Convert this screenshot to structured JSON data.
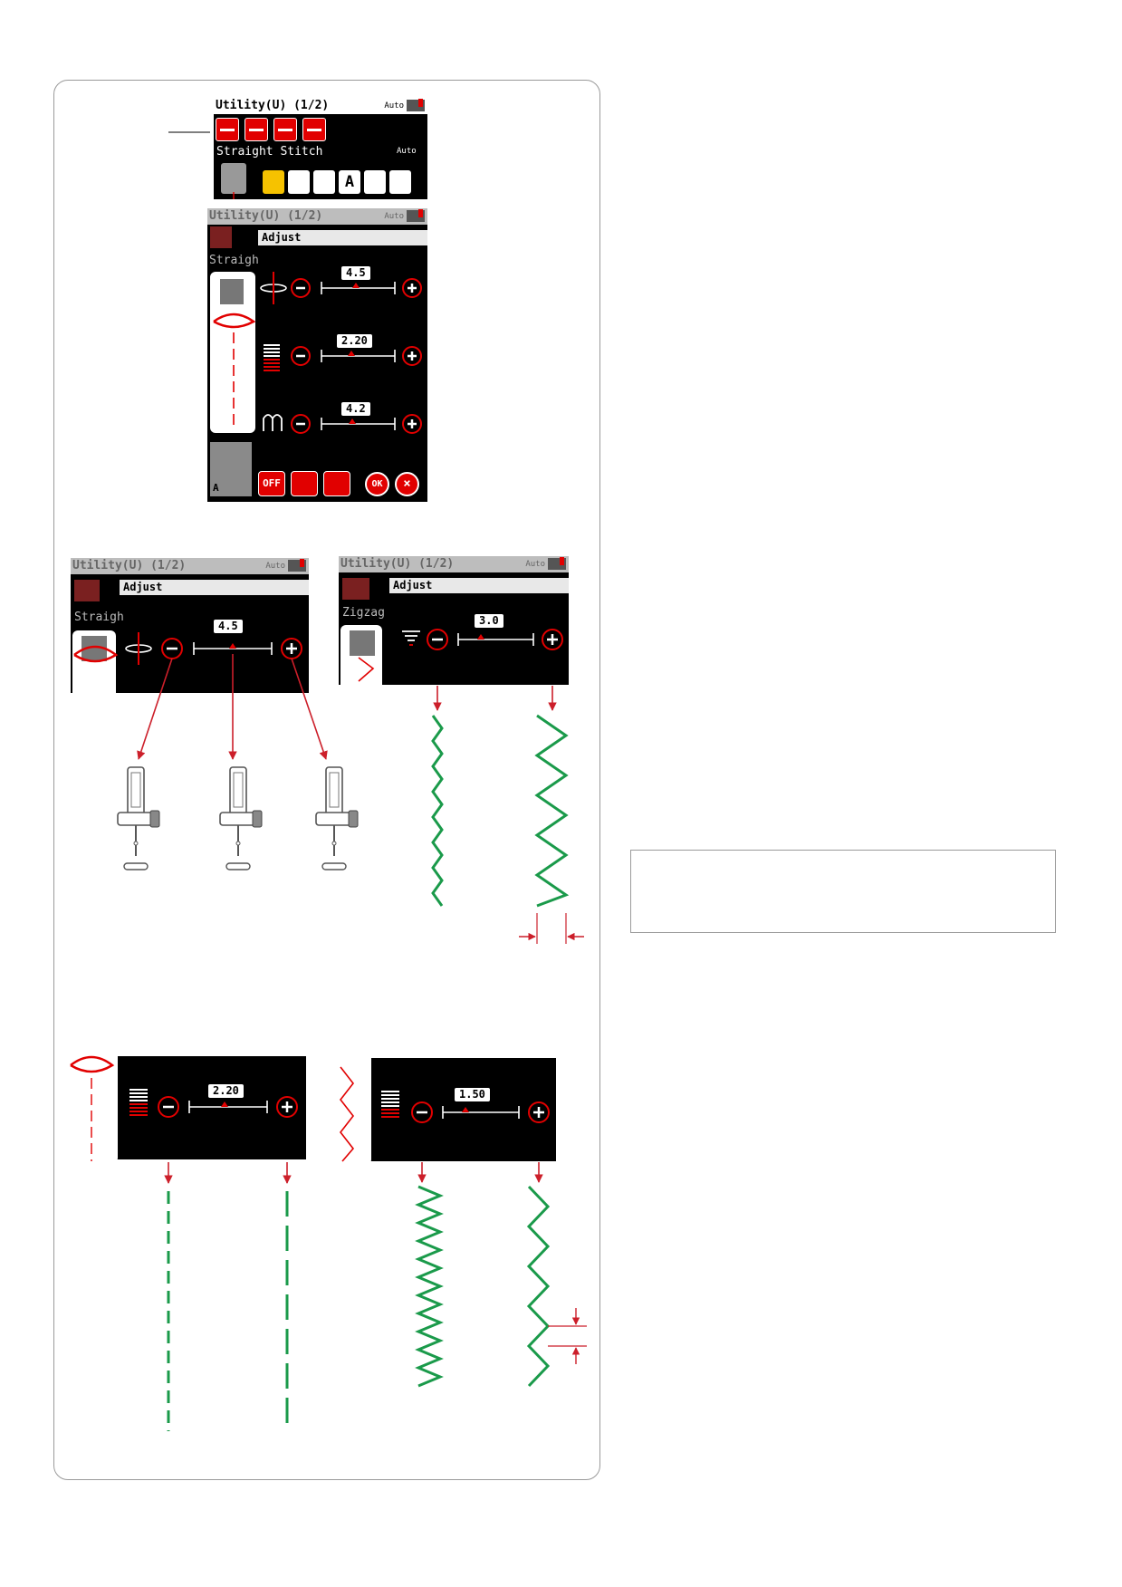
{
  "screen_main": {
    "title": "Utility(U) (1/2)",
    "auto": "Auto",
    "stitch_name": "Straight Stitch",
    "auto2": "Auto",
    "tab_letter": "A"
  },
  "screen_adjust": {
    "title": "Utility(U) (1/2)",
    "auto": "Auto",
    "header": "Adjust",
    "stitch_clip": "Straigh",
    "needle_position_value": "4.5",
    "stitch_length_value": "2.20",
    "foot_pressure_value": "4.2",
    "foot_letter": "A",
    "off_label": "OFF",
    "ok_label": "OK",
    "cancel_label": "×"
  },
  "screen_needle": {
    "title": "Utility(U) (1/2)",
    "auto": "Auto",
    "header": "Adjust",
    "stitch_clip": "Straigh",
    "value": "4.5"
  },
  "screen_zigzag": {
    "title": "Utility(U) (1/2)",
    "auto": "Auto",
    "header": "Adjust",
    "stitch_clip": "Zigzag",
    "value": "3.0"
  },
  "screen_straight_length": {
    "value": "2.20"
  },
  "screen_zigzag_length": {
    "value": "1.50"
  },
  "colors": {
    "accent_red": "#e10000",
    "stitch_green": "#1a9a4a",
    "frame_gray": "#9a9a9a"
  }
}
